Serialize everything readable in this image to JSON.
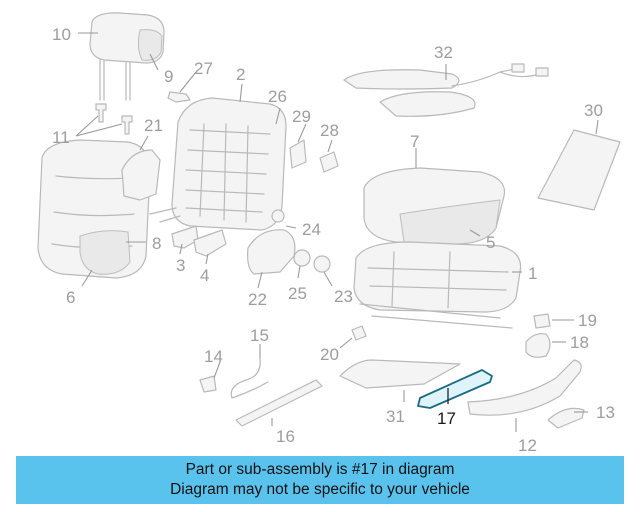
{
  "callouts": [
    "1",
    "2",
    "3",
    "4",
    "5",
    "6",
    "7",
    "8",
    "9",
    "10",
    "11",
    "12",
    "13",
    "14",
    "15",
    "16",
    "17",
    "18",
    "19",
    "20",
    "21",
    "22",
    "23",
    "24",
    "25",
    "26",
    "27",
    "28",
    "29",
    "30",
    "31",
    "32"
  ],
  "highlighted_part": "17",
  "banner": {
    "line1": "Part or sub-assembly is #17 in diagram",
    "line2": "Diagram may not be specific to your vehicle"
  },
  "colors": {
    "banner_bg": "#59c3ee",
    "highlight_stroke": "#1a6b84",
    "part_stroke": "#b9b9b9",
    "callout_text": "#9d9d9d"
  }
}
